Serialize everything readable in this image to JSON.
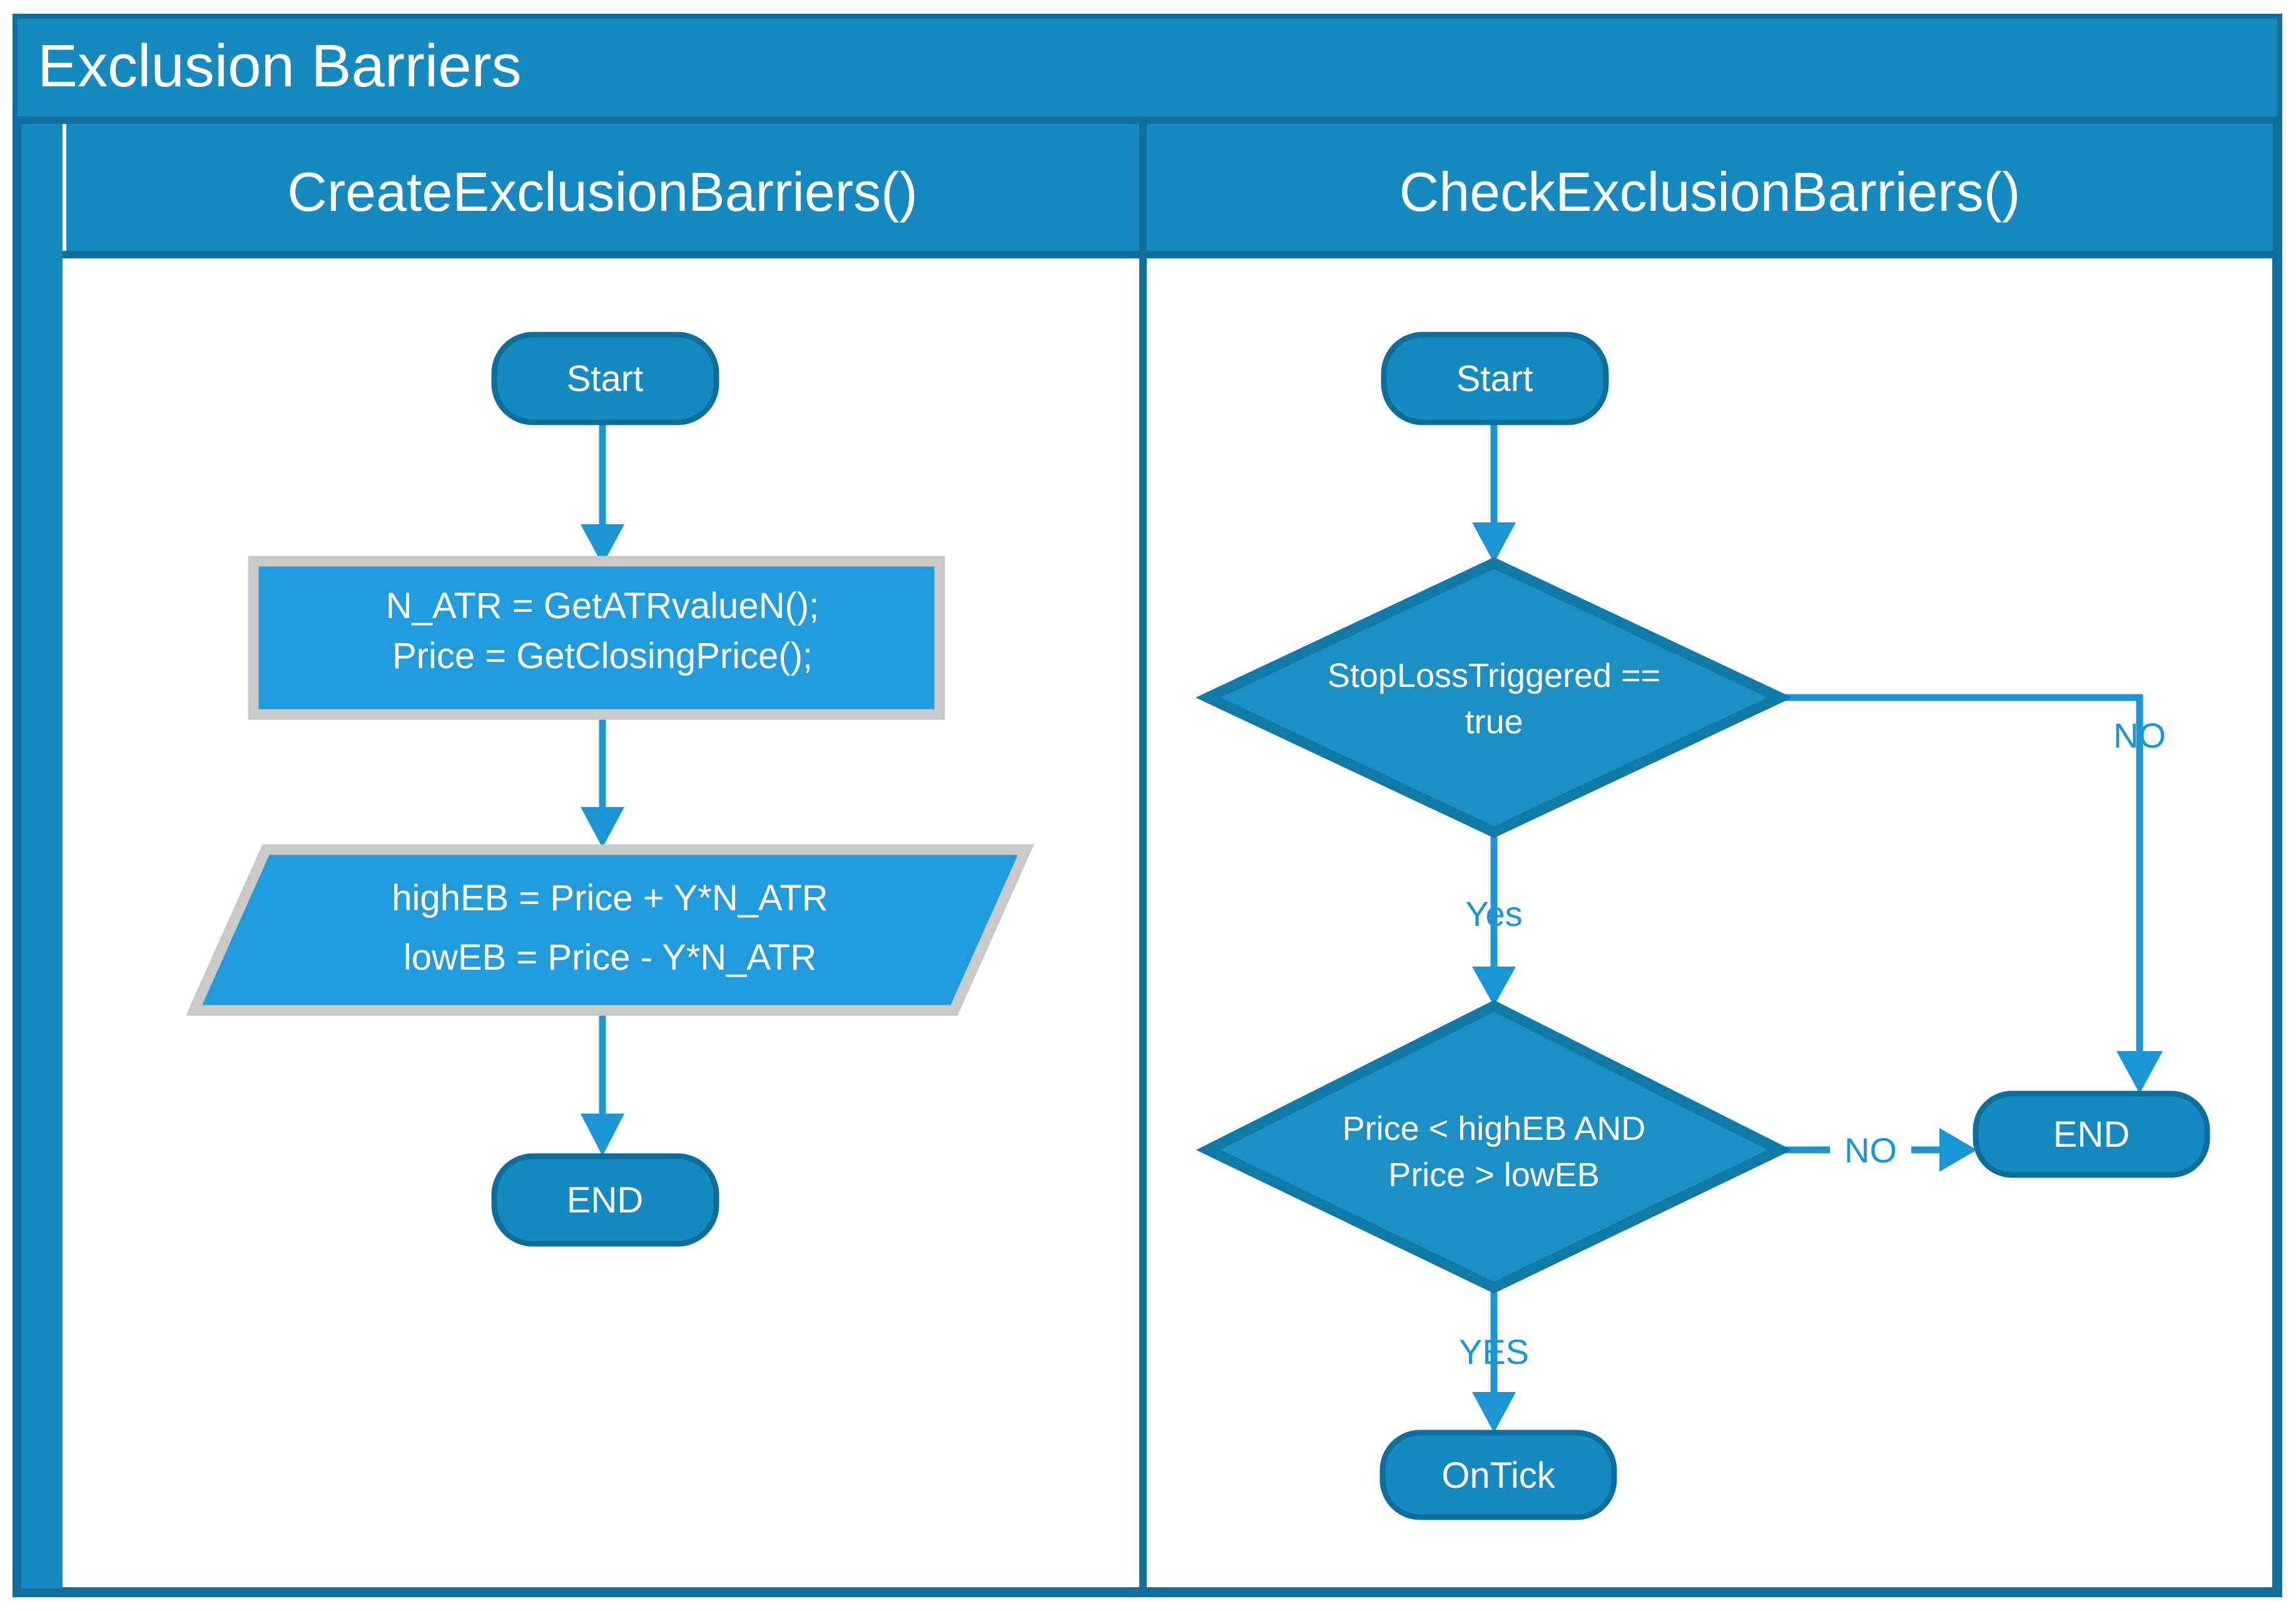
{
  "diagram": {
    "title": "Exclusion Barriers",
    "colors": {
      "header_blue": "#1689c0",
      "frame_blue": "#0f6e9c",
      "shape_blue": "#229bdd",
      "terminator_blue": "#1689c0",
      "terminator_border": "#0b6e9b",
      "diamond_fill": "#1c8fc4",
      "diamond_border": "#0f7aa8",
      "process_border": "#c9c9c9",
      "connector_blue": "#1c95d4",
      "text_white": "#ffffff",
      "canvas_white": "#ffffff"
    },
    "lanes": [
      {
        "id": "create",
        "title": "CreateExclusionBarriers()",
        "nodes": [
          {
            "id": "create-start",
            "type": "terminator",
            "label": "Start"
          },
          {
            "id": "create-process",
            "type": "process",
            "label_lines": [
              "N_ATR = GetATRvalueN();",
              "Price = GetClosingPrice();"
            ]
          },
          {
            "id": "create-data",
            "type": "parallelogram",
            "label_lines": [
              "highEB = Price + Y*N_ATR",
              "lowEB = Price - Y*N_ATR"
            ]
          },
          {
            "id": "create-end",
            "type": "terminator",
            "label": "END"
          }
        ],
        "edges": [
          {
            "id": "create-e1",
            "from": "create-start",
            "to": "create-process",
            "label": ""
          },
          {
            "id": "create-e2",
            "from": "create-process",
            "to": "create-data",
            "label": ""
          },
          {
            "id": "create-e3",
            "from": "create-data",
            "to": "create-end",
            "label": ""
          }
        ]
      },
      {
        "id": "check",
        "title": "CheckExclusionBarriers()",
        "nodes": [
          {
            "id": "check-start",
            "type": "terminator",
            "label": "Start"
          },
          {
            "id": "check-dec1",
            "type": "decision",
            "label_lines": [
              "StopLossTriggered ==",
              "true"
            ]
          },
          {
            "id": "check-dec2",
            "type": "decision",
            "label_lines": [
              "Price < highEB AND",
              "Price > lowEB"
            ]
          },
          {
            "id": "check-end",
            "type": "terminator",
            "label": "END"
          },
          {
            "id": "check-ontick",
            "type": "terminator",
            "label": "OnTick"
          }
        ],
        "edges": [
          {
            "id": "check-e1",
            "from": "check-start",
            "to": "check-dec1",
            "label": ""
          },
          {
            "id": "check-e2",
            "from": "check-dec1",
            "to": "check-end",
            "label": "NO"
          },
          {
            "id": "check-e3",
            "from": "check-dec1",
            "to": "check-dec2",
            "label": "Yes"
          },
          {
            "id": "check-e4",
            "from": "check-dec2",
            "to": "check-end",
            "label": "NO"
          },
          {
            "id": "check-e5",
            "from": "check-dec2",
            "to": "check-ontick",
            "label": "YES"
          }
        ]
      }
    ]
  }
}
